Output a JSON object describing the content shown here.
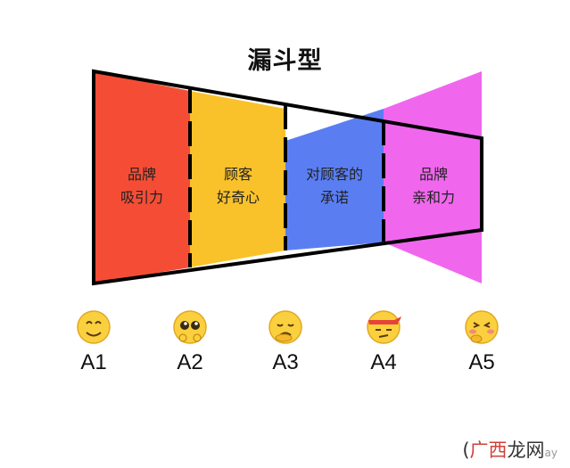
{
  "title": "漏斗型",
  "segments": [
    {
      "line1": "品牌",
      "line2": "吸引力",
      "color": "#f54d35"
    },
    {
      "line1": "顾客",
      "line2": "好奇心",
      "color": "#f9c22b"
    },
    {
      "line1": "对顾客的",
      "line2": "承诺",
      "color": "#5a7ef2"
    },
    {
      "line1": "品牌",
      "line2": "亲和力",
      "color": "#f067ee"
    }
  ],
  "steps": [
    {
      "label": "A1",
      "icon": "smiling-face-icon"
    },
    {
      "label": "A2",
      "icon": "pleading-face-icon"
    },
    {
      "label": "A3",
      "icon": "sad-worried-face-icon"
    },
    {
      "label": "A4",
      "icon": "ninja-annoyed-face-icon"
    },
    {
      "label": "A5",
      "icon": "shy-blushing-face-icon"
    }
  ],
  "watermark": {
    "prefix": "(",
    "brand_a": "广西",
    "brand_b": "龙网",
    "small": "ay"
  }
}
